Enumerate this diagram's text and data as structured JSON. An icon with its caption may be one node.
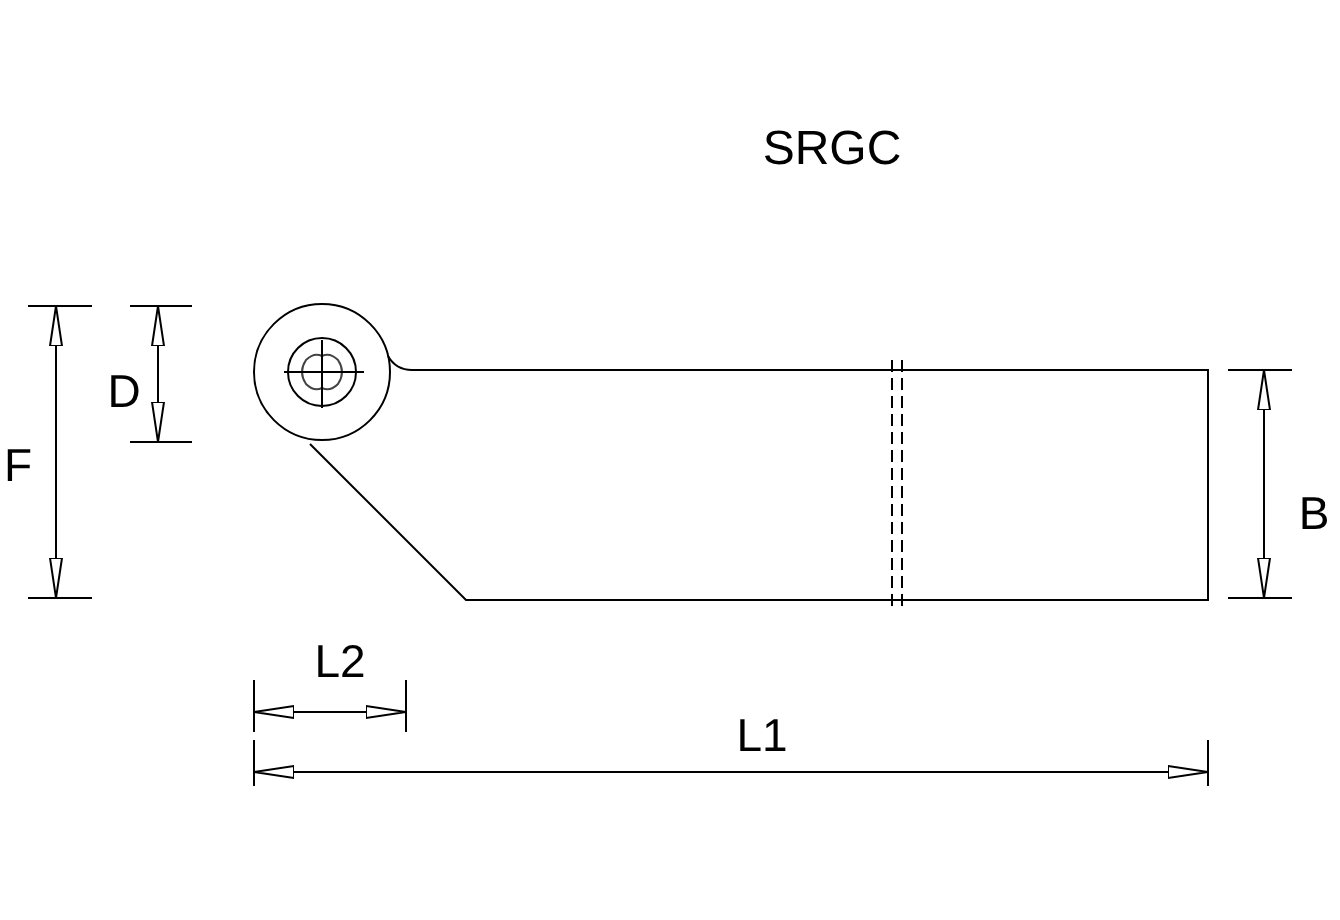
{
  "diagram": {
    "title": "SRGC",
    "labels": [
      "D",
      "F",
      "B",
      "L2",
      "L1"
    ]
  }
}
